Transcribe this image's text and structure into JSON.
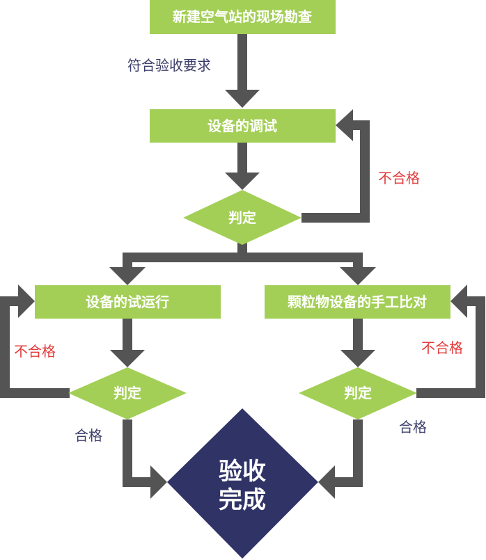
{
  "colors": {
    "box_fill": "#a3cf56",
    "arrow": "#545454",
    "final_fill": "#303366",
    "fail_text": "#e23b3b",
    "pass_text": "#3d3f6b"
  },
  "nodes": {
    "site_survey": "新建空气站的现场勘查",
    "debug": "设备的调试",
    "judge_1": "判定",
    "trial_run": "设备的试运行",
    "manual_compare": "颗粒物设备的手工比对",
    "judge_left": "判定",
    "judge_right": "判定",
    "final_line1": "验收",
    "final_line2": "完成"
  },
  "edge_labels": {
    "meets_requirements": "符合验收要求",
    "fail_top": "不合格",
    "fail_left": "不合格",
    "fail_right": "不合格",
    "pass_left": "合格",
    "pass_right": "合格"
  }
}
